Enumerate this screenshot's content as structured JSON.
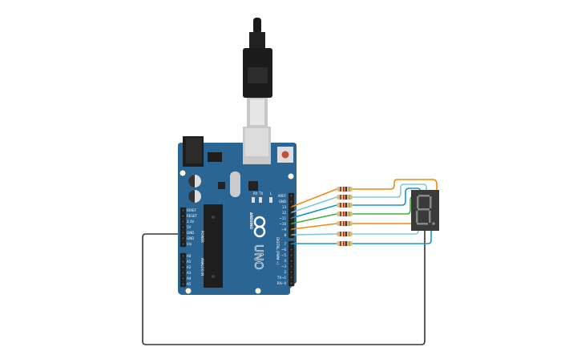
{
  "board": {
    "brand": "ARDUINO",
    "model": "UNO",
    "power_label": "POWER",
    "analog_label": "ANALOG IN",
    "digital_label": "DIGITAL (PWM ~)",
    "power_pins": [
      "IOREF",
      "RESET",
      "3.3V",
      "5V",
      "GND",
      "GND",
      "Vin"
    ],
    "analog_pins": [
      "A0",
      "A1",
      "A2",
      "A3",
      "A4",
      "A5"
    ],
    "digital_pins_top": [
      "AREF",
      "GND",
      "13",
      "12",
      "~11",
      "~10",
      "~9",
      "8"
    ],
    "digital_pins_bottom": [
      "7",
      "~6",
      "~5",
      "4",
      "~3",
      "2",
      "TX→1",
      "RX←0"
    ],
    "led_labels": [
      "RX",
      "TX",
      "L"
    ],
    "board_color": "#2a6593"
  },
  "wires": {
    "colors": [
      "#f08a0c",
      "#7ec8d8",
      "#1a94d0",
      "#3db33d",
      "#f08a0c",
      "#7ec8d8",
      "#1a94d0"
    ],
    "ground_color": "#333333"
  },
  "resistor_count": 7,
  "display": {
    "type": "7-segment",
    "digit_shown": "8."
  }
}
